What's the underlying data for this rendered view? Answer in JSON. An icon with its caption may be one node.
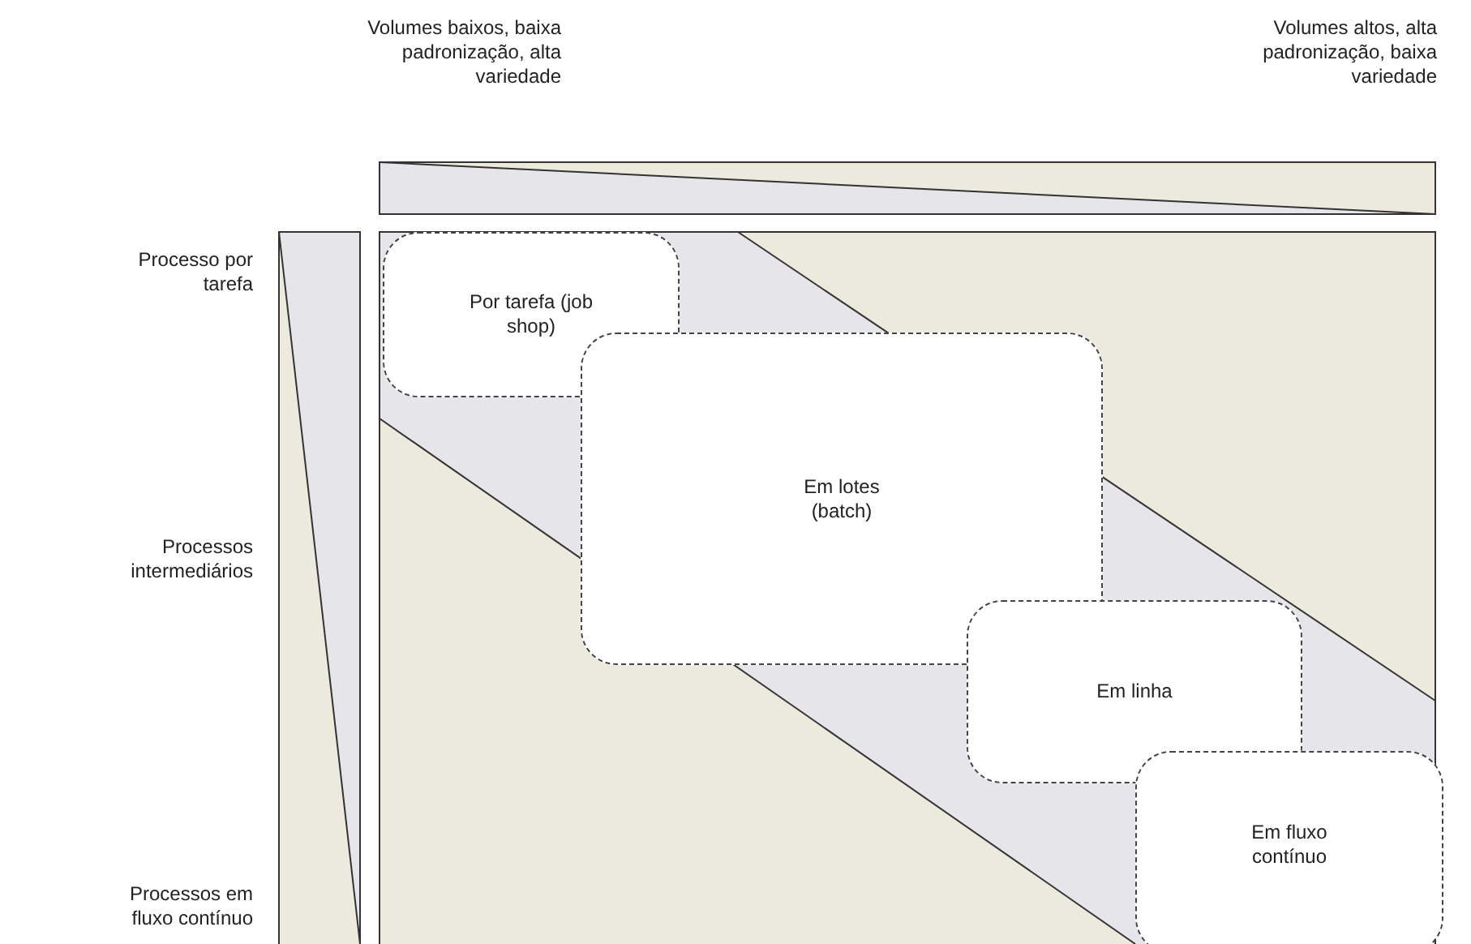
{
  "diagram": {
    "nodes": [
      {
        "text": [
          "Por tarefa (job shop)"
        ]
      },
      {
        "text": [
          "Em lotes (batch)"
        ]
      },
      {
        "text": [
          "Em linha"
        ]
      },
      {
        "text": [
          "Em fluxo contínuo"
        ]
      }
    ],
    "labels": [
      "Volumes baixos, baixa padronização, alta variedade",
      "Volumes altos, alta padronização, baixa variedade",
      "Processo por tarefa",
      "Processos intermediários",
      "Processos em fluxo contínuo"
    ]
  }
}
